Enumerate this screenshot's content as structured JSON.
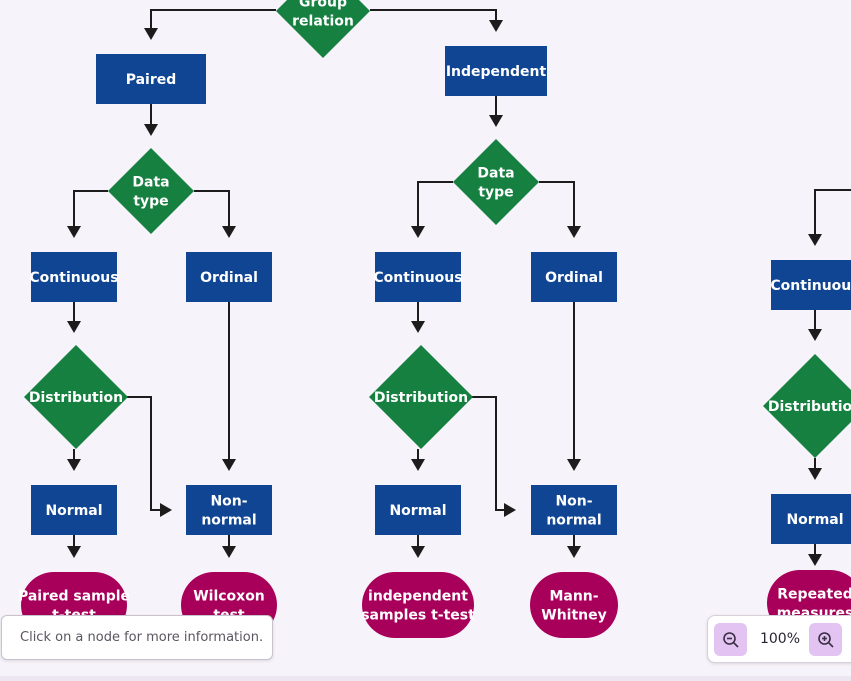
{
  "colors": {
    "process": "#0f4593",
    "decision": "#158040",
    "terminal": "#a8005a",
    "edge": "#1c1c1c",
    "background": "#f7f3fa",
    "zoom_button": "#e2c3f1"
  },
  "info_panel": {
    "text": "Click on a node for more information."
  },
  "zoom": {
    "level": "100%",
    "zoom_out_icon": "zoom-out-icon",
    "zoom_in_icon": "zoom-in-icon"
  },
  "nodes": [
    {
      "id": "group",
      "shape": "decision",
      "lines": [
        "Group",
        "relation"
      ]
    },
    {
      "id": "paired",
      "shape": "process",
      "lines": [
        "Paired"
      ]
    },
    {
      "id": "independent",
      "shape": "process",
      "lines": [
        "Independent"
      ]
    },
    {
      "id": "dt1",
      "shape": "decision",
      "lines": [
        "Data",
        "type"
      ]
    },
    {
      "id": "dt2",
      "shape": "decision",
      "lines": [
        "Data",
        "type"
      ]
    },
    {
      "id": "cont1",
      "shape": "process",
      "lines": [
        "Continuous"
      ]
    },
    {
      "id": "ord1",
      "shape": "process",
      "lines": [
        "Ordinal"
      ]
    },
    {
      "id": "cont2",
      "shape": "process",
      "lines": [
        "Continuous"
      ]
    },
    {
      "id": "ord2",
      "shape": "process",
      "lines": [
        "Ordinal"
      ]
    },
    {
      "id": "cont3",
      "shape": "process",
      "lines": [
        "Continuous"
      ]
    },
    {
      "id": "dist1",
      "shape": "decision",
      "lines": [
        "Distribution"
      ]
    },
    {
      "id": "dist2",
      "shape": "decision",
      "lines": [
        "Distribution"
      ]
    },
    {
      "id": "dist3",
      "shape": "decision",
      "lines": [
        "Distribution"
      ]
    },
    {
      "id": "norm1",
      "shape": "process",
      "lines": [
        "Normal"
      ]
    },
    {
      "id": "nonnorm1",
      "shape": "process",
      "lines": [
        "Non-",
        "normal"
      ]
    },
    {
      "id": "norm2",
      "shape": "process",
      "lines": [
        "Normal"
      ]
    },
    {
      "id": "nonnorm2",
      "shape": "process",
      "lines": [
        "Non-",
        "normal"
      ]
    },
    {
      "id": "norm3",
      "shape": "process",
      "lines": [
        "Normal"
      ]
    },
    {
      "id": "paired_t",
      "shape": "terminal",
      "lines": [
        "Paired sample",
        "t-test"
      ]
    },
    {
      "id": "wilcoxon",
      "shape": "terminal",
      "lines": [
        "Wilcoxon",
        "test"
      ]
    },
    {
      "id": "indep_t",
      "shape": "terminal",
      "lines": [
        "independent",
        "samples t-test"
      ]
    },
    {
      "id": "mann",
      "shape": "terminal",
      "lines": [
        "Mann-",
        "Whitney"
      ]
    },
    {
      "id": "repeated",
      "shape": "terminal",
      "lines": [
        "Repeated",
        "measures"
      ]
    }
  ],
  "edges": [
    {
      "from": "group",
      "to": "paired"
    },
    {
      "from": "group",
      "to": "independent"
    },
    {
      "from": "paired",
      "to": "dt1"
    },
    {
      "from": "dt1",
      "to": "cont1"
    },
    {
      "from": "dt1",
      "to": "ord1"
    },
    {
      "from": "cont1",
      "to": "dist1"
    },
    {
      "from": "dist1",
      "to": "norm1"
    },
    {
      "from": "dist1",
      "to": "nonnorm1"
    },
    {
      "from": "ord1",
      "to": "nonnorm1"
    },
    {
      "from": "norm1",
      "to": "paired_t"
    },
    {
      "from": "nonnorm1",
      "to": "wilcoxon"
    },
    {
      "from": "independent",
      "to": "dt2"
    },
    {
      "from": "dt2",
      "to": "cont2"
    },
    {
      "from": "dt2",
      "to": "ord2"
    },
    {
      "from": "cont2",
      "to": "dist2"
    },
    {
      "from": "dist2",
      "to": "norm2"
    },
    {
      "from": "dist2",
      "to": "nonnorm2"
    },
    {
      "from": "ord2",
      "to": "nonnorm2"
    },
    {
      "from": "norm2",
      "to": "indep_t"
    },
    {
      "from": "nonnorm2",
      "to": "mann"
    },
    {
      "from": "cont3",
      "to": "dist3"
    },
    {
      "from": "dist3",
      "to": "norm3"
    },
    {
      "from": "norm3",
      "to": "repeated"
    }
  ]
}
